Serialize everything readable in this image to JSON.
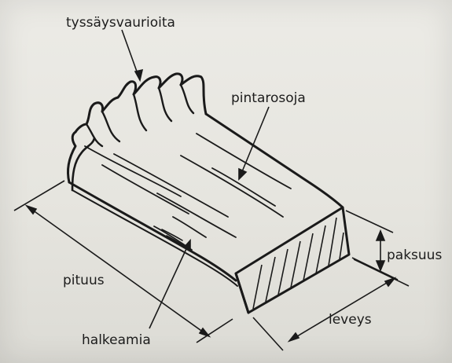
{
  "labels": {
    "upset_damage": "tyssäysvaurioita",
    "surface_ridges": "pintarosoja",
    "thickness": "paksuus",
    "length": "pituus",
    "crack": "halkeamia",
    "width": "leveys"
  }
}
